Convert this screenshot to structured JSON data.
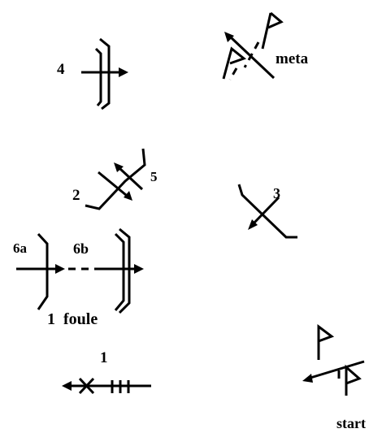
{
  "labels": {
    "four": "4",
    "meta": "meta",
    "five": "5",
    "two": "2",
    "three": "3",
    "six_a": "6a",
    "six_b": "6b",
    "one_foule": "1  foule",
    "one": "1",
    "start": "start"
  },
  "symbols": [
    {
      "id": "4",
      "description": "arrow crossing a double barrier"
    },
    {
      "id": "meta",
      "description": "finish: two flags with arrow"
    },
    {
      "id": "2/5",
      "description": "crossed arrows with bracket ends"
    },
    {
      "id": "3",
      "description": "arrow crossing a step line"
    },
    {
      "id": "6a/6b",
      "description": "arrow through single and double bars joined by dashes"
    },
    {
      "id": "1",
      "description": "arrow with cross and three ticks"
    },
    {
      "id": "start",
      "description": "two flags with arrow"
    }
  ],
  "colors": {
    "ink": "#000000",
    "background": "#ffffff"
  }
}
